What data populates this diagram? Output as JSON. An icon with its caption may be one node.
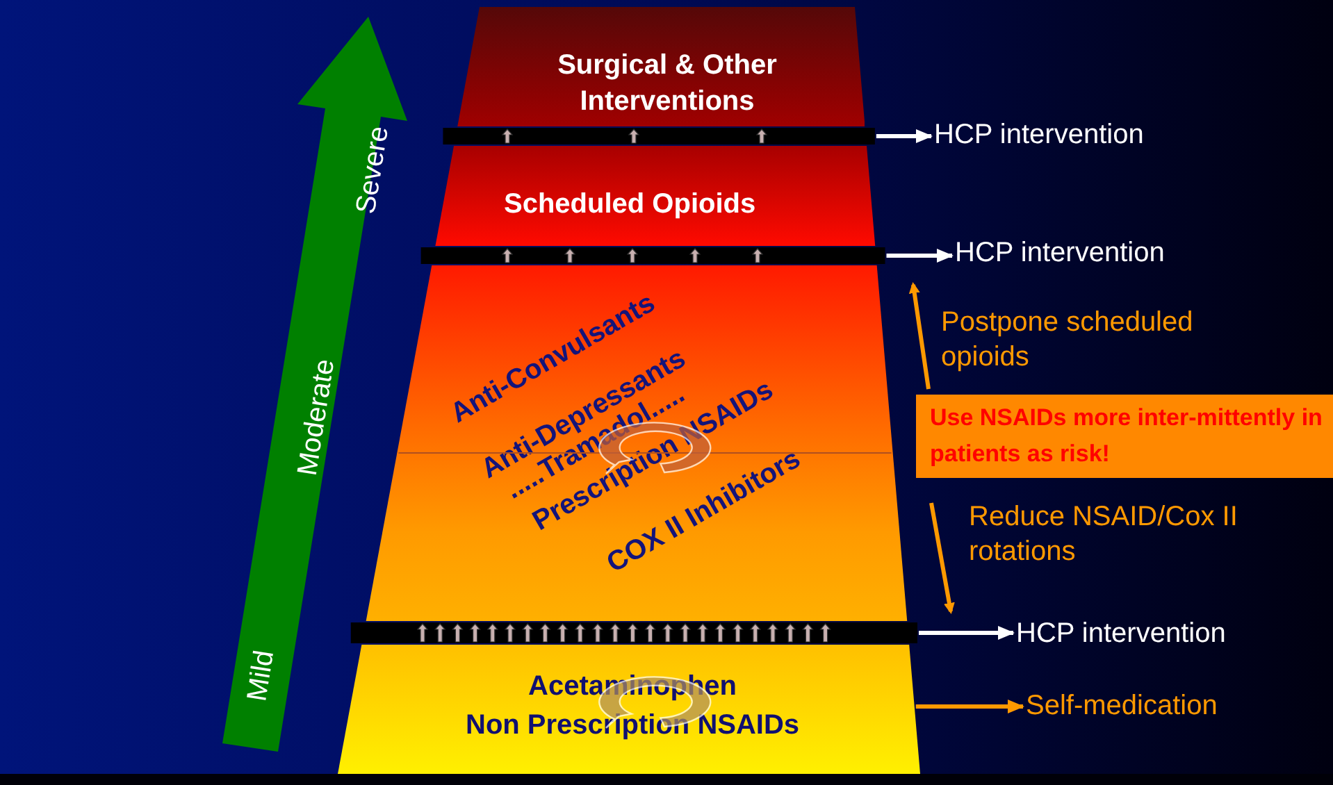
{
  "diagram": {
    "nodes": [
      {
        "text": [
          "Surgical & Other Interventions"
        ]
      },
      {
        "text": [
          "Scheduled Opioids"
        ]
      },
      {
        "text": [
          "Anti-Convulsants",
          "Anti-Depressants",
          ".....Tramadol.....",
          "Prescription NSAIDs",
          "COX II Inhibitors"
        ]
      },
      {
        "text": [
          "Acetaminophen",
          "Non Prescription NSAIDs"
        ]
      },
      {
        "text": [
          "HCP intervention"
        ]
      },
      {
        "text": [
          "HCP intervention"
        ]
      },
      {
        "text": [
          "HCP intervention"
        ]
      },
      {
        "text": [
          "Self-medication"
        ]
      },
      {
        "text": [
          "Postpone scheduled opioids"
        ]
      },
      {
        "text": [
          "Use NSAIDs more inter-mittently in patients as risk!"
        ]
      },
      {
        "text": [
          "Reduce NSAID/Cox II rotations"
        ]
      },
      {
        "text": [],
        "shape": "bar"
      },
      {
        "text": [],
        "shape": "bar"
      },
      {
        "text": [],
        "shape": "bar"
      }
    ],
    "edges": [
      {
        "from": 11,
        "to": 4,
        "arrow": "to"
      },
      {
        "from": 12,
        "to": 5,
        "arrow": "to"
      },
      {
        "from": 13,
        "to": 6,
        "arrow": "to"
      },
      {
        "from": 3,
        "to": 7,
        "arrow": "to",
        "color": "#ff9900"
      }
    ],
    "labels": [
      "Severe",
      "Moderate",
      "Mild"
    ]
  }
}
